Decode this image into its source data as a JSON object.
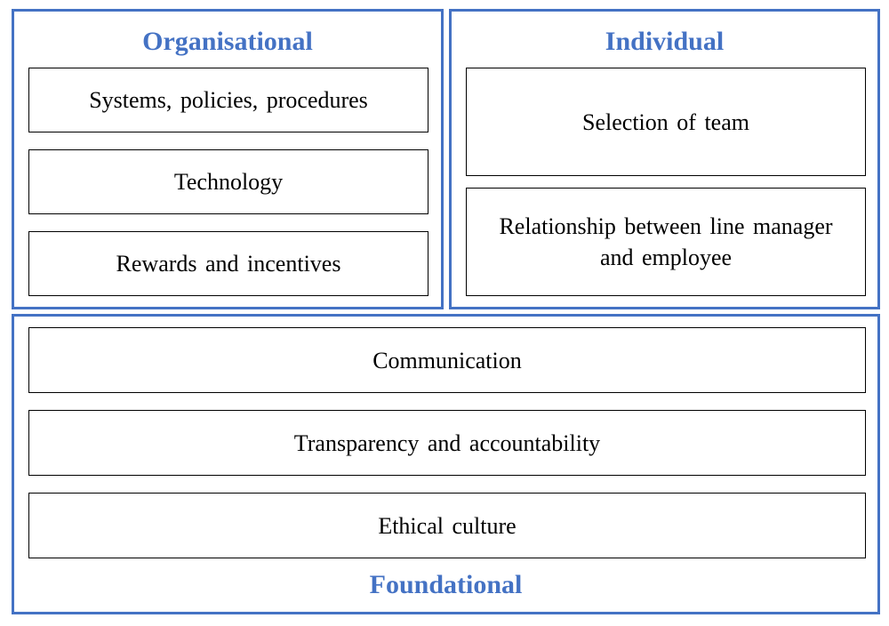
{
  "colors": {
    "group_border": "#4472C4",
    "group_title": "#4472C4",
    "box_border": "#000000",
    "text": "#000000",
    "background": "#ffffff"
  },
  "organisational": {
    "title": "Organisational",
    "items": [
      "Systems, policies, procedures",
      "Technology",
      "Rewards and incentives"
    ]
  },
  "individual": {
    "title": "Individual",
    "items": [
      "Selection of team",
      "Relationship between line manager and employee"
    ]
  },
  "foundational": {
    "title": "Foundational",
    "items": [
      "Communication",
      "Transparency and accountability",
      "Ethical culture"
    ]
  }
}
